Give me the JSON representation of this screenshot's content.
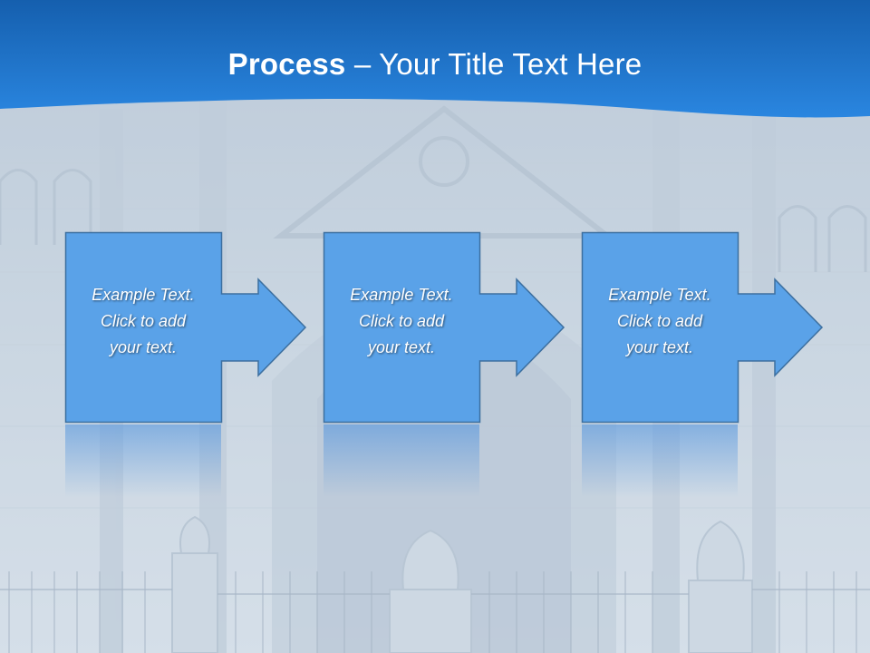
{
  "slide": {
    "title_bold": "Process",
    "title_rest": " – Your Title Text Here",
    "steps": [
      {
        "text": "Example Text.\nClick  to add\nyour text."
      },
      {
        "text": "Example Text.\nClick  to add\nyour text."
      },
      {
        "text": "Example Text.\nClick  to add\nyour text."
      }
    ]
  },
  "colors": {
    "header_blue": "#1e7ad6",
    "box_blue": "#5aa2e8",
    "box_border": "#3c6f9f"
  }
}
